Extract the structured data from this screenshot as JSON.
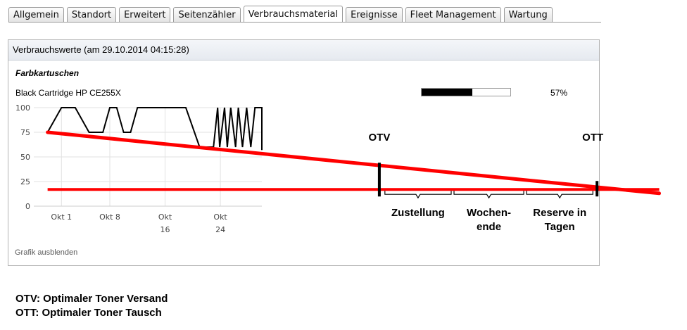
{
  "tabs": [
    {
      "label": "Allgemein"
    },
    {
      "label": "Standort"
    },
    {
      "label": "Erweitert"
    },
    {
      "label": "Seitenzähler"
    },
    {
      "label": "Verbrauchsmaterial",
      "active": true
    },
    {
      "label": "Ereignisse"
    },
    {
      "label": "Fleet Management"
    },
    {
      "label": "Wartung"
    }
  ],
  "panel": {
    "header": "Verbrauchswerte  (am 29.10.2014 04:15:28)",
    "section_title": "Farbkartuschen",
    "cartridge": {
      "name": "Black Cartridge HP CE255X",
      "level_percent": 57,
      "level_label": "57%"
    },
    "hide_chart_link": "Grafik ausblenden"
  },
  "chart_data": {
    "type": "line",
    "y_ticks": [
      "100",
      "75",
      "50",
      "25",
      "0"
    ],
    "ylim": [
      0,
      100
    ],
    "x_tick_labels": [
      [
        "Okt 1"
      ],
      [
        "Okt 8"
      ],
      [
        "Okt",
        "16"
      ],
      [
        "Okt",
        "24"
      ]
    ],
    "x_tick_days": [
      1,
      8,
      16,
      24
    ],
    "xlim": [
      -3,
      30
    ],
    "grid": true,
    "series": [
      {
        "color": "#000000",
        "points": [
          [
            -1,
            75
          ],
          [
            1,
            100
          ],
          [
            3,
            100
          ],
          [
            5,
            75
          ],
          [
            7,
            75
          ],
          [
            8,
            100
          ],
          [
            9,
            100
          ],
          [
            10,
            75
          ],
          [
            11,
            75
          ],
          [
            12,
            100
          ],
          [
            19,
            100
          ],
          [
            21,
            60
          ],
          [
            23,
            60
          ],
          [
            23.6,
            100
          ],
          [
            23.9,
            60
          ],
          [
            24.6,
            100
          ],
          [
            25,
            60
          ],
          [
            25.5,
            100
          ],
          [
            26.2,
            60
          ],
          [
            26.6,
            100
          ],
          [
            27.2,
            60
          ],
          [
            27.8,
            100
          ],
          [
            28.4,
            60
          ],
          [
            29,
            100
          ],
          [
            30,
            100
          ],
          [
            30,
            57
          ]
        ]
      }
    ]
  },
  "annotations": {
    "trend_color": "#ff0000",
    "trend": [
      [
        -1,
        75
      ],
      [
        87.5,
        13
      ]
    ],
    "threshold_level": 17,
    "otv": {
      "label": "OTV",
      "day": 47
    },
    "ott": {
      "label": "OTT",
      "day": 78.5
    },
    "phases": [
      {
        "lines": [
          "Zustellung"
        ],
        "from_day": 47.5,
        "to_day": 57.5
      },
      {
        "lines": [
          "Wochen-",
          "ende"
        ],
        "from_day": 57.5,
        "to_day": 68
      },
      {
        "lines": [
          "Reserve in",
          "Tagen"
        ],
        "from_day": 68,
        "to_day": 78
      }
    ]
  },
  "legend": [
    "OTV: Optimaler Toner Versand",
    "OTT: Optimaler Toner Tausch"
  ]
}
